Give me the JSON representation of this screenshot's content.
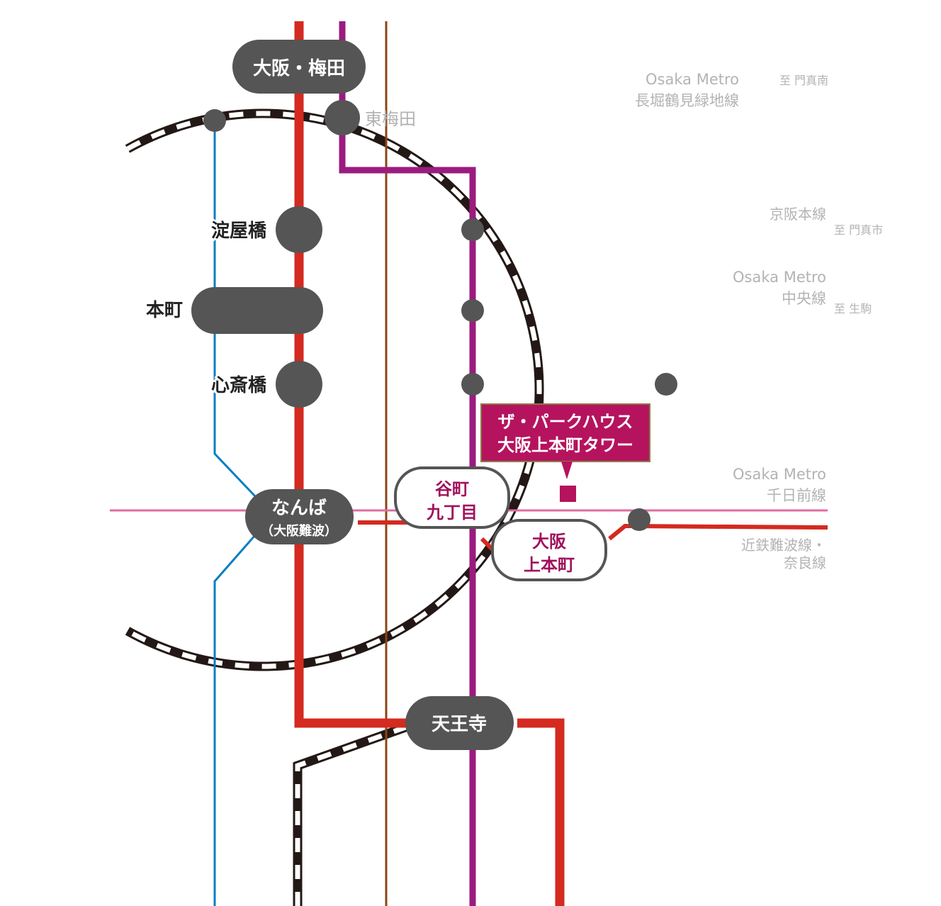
{
  "stations": {
    "umeda": "大阪・梅田",
    "higashi_umeda": "東梅田",
    "yodoyabashi": "淀屋橋",
    "honmachi": "本町",
    "shinsaibashi": "心斎橋",
    "namba": "なんば",
    "namba_sub": "（大阪難波）",
    "tanimachi_l1": "谷町",
    "tanimachi_l2": "九丁目",
    "uehonmachi_l1": "大阪",
    "uehonmachi_l2": "上本町",
    "tennoji": "天王寺"
  },
  "property": {
    "line1": "ザ・パークハウス",
    "line2": "大阪上本町タワー"
  },
  "lines": {
    "nagahori_l1": "Osaka Metro",
    "nagahori_l2": "長堀鶴見緑地線",
    "nagahori_dest": "至 門真南",
    "keihan": "京阪本線",
    "keihan_dest": "至 門真市",
    "chuo_l1": "Osaka Metro",
    "chuo_l2": "中央線",
    "chuo_dest": "至 生駒",
    "sennichimae_l1": "Osaka Metro",
    "sennichimae_l2": "千日前線",
    "kintetsu_l1": "近鉄難波線・",
    "kintetsu_l2": "奈良線"
  },
  "colors": {
    "midosuji": "#d42a20",
    "tanimachi": "#9b1b7e",
    "yotsubashi": "#0a7ec2",
    "sakaisuji": "#8b4513",
    "sennichimae": "#e06ca0",
    "kintetsu": "#d42a20",
    "loop": "#231815",
    "station": "#555555",
    "property": "#b5135e"
  }
}
